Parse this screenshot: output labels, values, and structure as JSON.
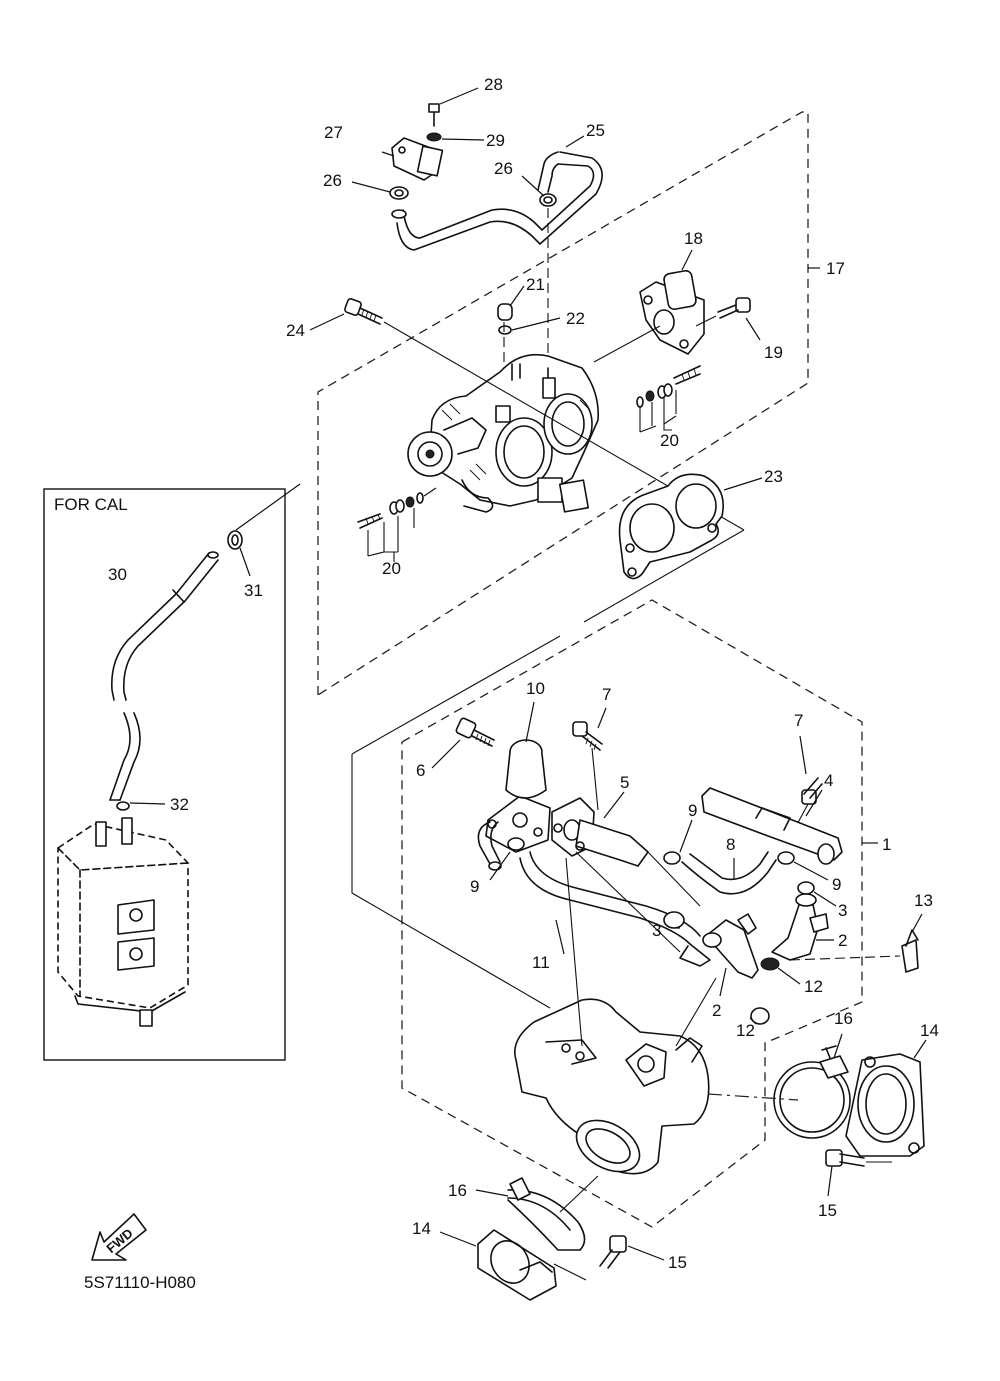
{
  "diagram": {
    "catalog_code": "5S71110-H080",
    "inset_title": "FOR CAL",
    "fwd_label": "FWD",
    "labels": [
      {
        "id": "28",
        "text": "28"
      },
      {
        "id": "29",
        "text": "29"
      },
      {
        "id": "27",
        "text": "27"
      },
      {
        "id": "25",
        "text": "25"
      },
      {
        "id": "26a",
        "text": "26"
      },
      {
        "id": "26b",
        "text": "26"
      },
      {
        "id": "18",
        "text": "18"
      },
      {
        "id": "17",
        "text": "17"
      },
      {
        "id": "21",
        "text": "21"
      },
      {
        "id": "22",
        "text": "22"
      },
      {
        "id": "24",
        "text": "24"
      },
      {
        "id": "19",
        "text": "19"
      },
      {
        "id": "20a",
        "text": "20"
      },
      {
        "id": "23",
        "text": "23"
      },
      {
        "id": "20b",
        "text": "20"
      },
      {
        "id": "31",
        "text": "31"
      },
      {
        "id": "30",
        "text": "30"
      },
      {
        "id": "32",
        "text": "32"
      },
      {
        "id": "10",
        "text": "10"
      },
      {
        "id": "7a",
        "text": "7"
      },
      {
        "id": "7b",
        "text": "7"
      },
      {
        "id": "6",
        "text": "6"
      },
      {
        "id": "5",
        "text": "5"
      },
      {
        "id": "4",
        "text": "4"
      },
      {
        "id": "1",
        "text": "1"
      },
      {
        "id": "9a",
        "text": "9"
      },
      {
        "id": "8",
        "text": "8"
      },
      {
        "id": "9b",
        "text": "9"
      },
      {
        "id": "9c",
        "text": "9"
      },
      {
        "id": "3a",
        "text": "3"
      },
      {
        "id": "13",
        "text": "13"
      },
      {
        "id": "3b",
        "text": "3"
      },
      {
        "id": "2a",
        "text": "2"
      },
      {
        "id": "11",
        "text": "11"
      },
      {
        "id": "12a",
        "text": "12"
      },
      {
        "id": "2b",
        "text": "2"
      },
      {
        "id": "12b",
        "text": "12"
      },
      {
        "id": "16a",
        "text": "16"
      },
      {
        "id": "14a",
        "text": "14"
      },
      {
        "id": "15a",
        "text": "15"
      },
      {
        "id": "16b",
        "text": "16"
      },
      {
        "id": "14b",
        "text": "14"
      },
      {
        "id": "15b",
        "text": "15"
      }
    ]
  }
}
